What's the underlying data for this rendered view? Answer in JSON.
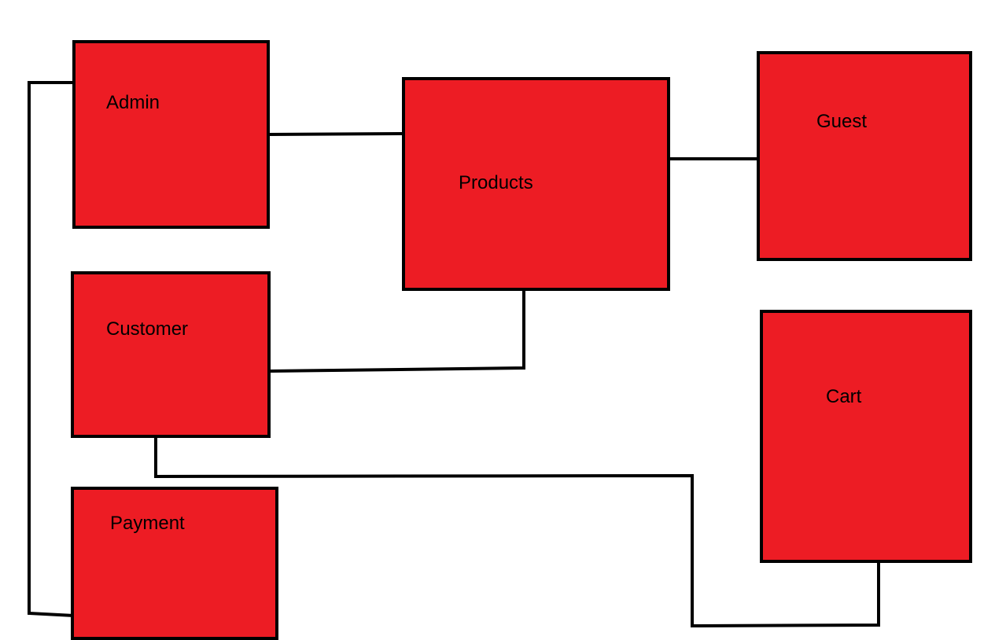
{
  "colors": {
    "box_fill": "#ED1C24",
    "border": "#000000",
    "background": "#FFFFFF",
    "text": "#000000"
  },
  "boxes": {
    "admin": {
      "label": "Admin"
    },
    "products": {
      "label": "Products"
    },
    "guest": {
      "label": "Guest"
    },
    "customer": {
      "label": "Customer"
    },
    "cart": {
      "label": "Cart"
    },
    "payment": {
      "label": "Payment"
    }
  },
  "connections": [
    [
      "Admin",
      "Products"
    ],
    [
      "Products",
      "Guest"
    ],
    [
      "Customer",
      "Products"
    ],
    [
      "Admin",
      "Payment"
    ],
    [
      "Customer",
      "Cart"
    ]
  ]
}
